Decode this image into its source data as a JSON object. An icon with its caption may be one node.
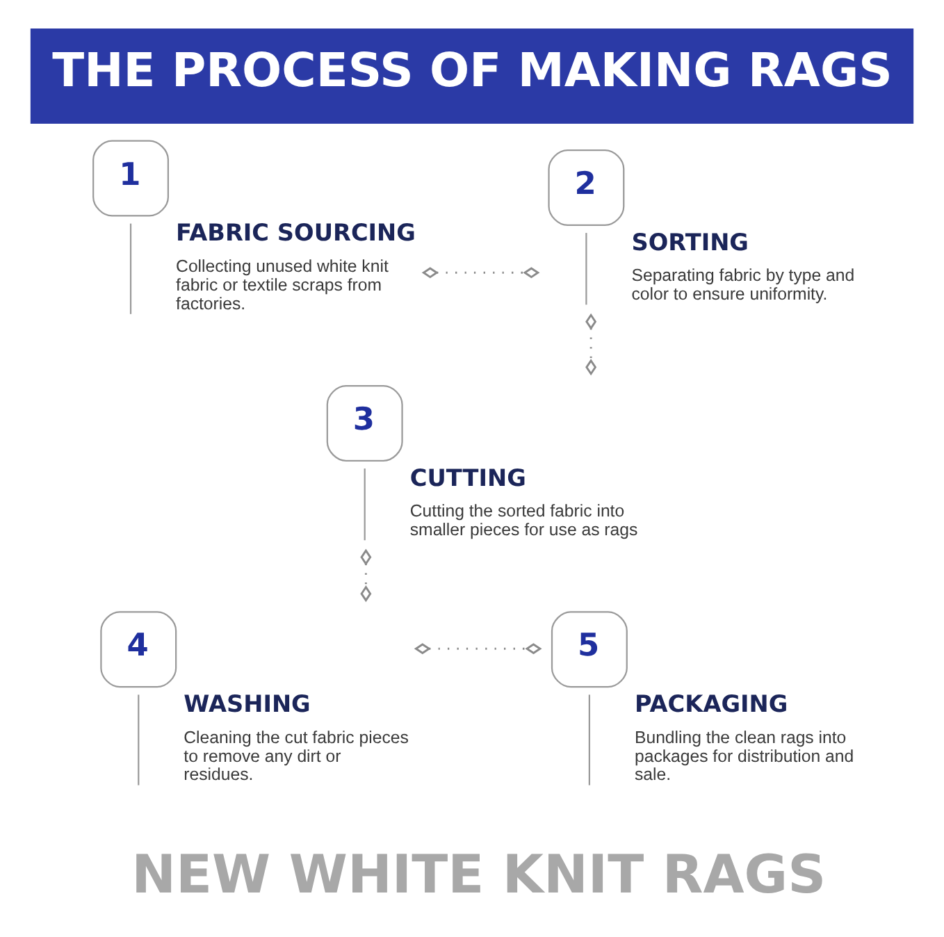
{
  "diagram": {
    "title": "THE PROCESS OF MAKING RAGS",
    "nodes": [
      {
        "text": [
          "1",
          "FABRIC SOURCING",
          "Collecting unused white knit fabric or textile scraps from factories."
        ]
      },
      {
        "text": [
          "2",
          "SORTING",
          "Separating fabric by type and color to ensure uniformity."
        ]
      },
      {
        "text": [
          "3",
          "CUTTING",
          "Cutting the sorted fabric into smaller pieces for use as rags"
        ]
      },
      {
        "text": [
          "4",
          "WASHING",
          "Cleaning the cut fabric pieces to remove any dirt or residues."
        ]
      },
      {
        "text": [
          "5",
          "PACKAGING",
          "Bundling the clean rags into packages for distribution and sale."
        ]
      }
    ],
    "edges": [
      {
        "from": 0,
        "to": 1,
        "arrow": "other"
      },
      {
        "from": 1,
        "to": 2,
        "arrow": "other"
      },
      {
        "from": 2,
        "to": 3,
        "arrow": "other"
      },
      {
        "from": 3,
        "to": 4,
        "arrow": "other"
      }
    ],
    "labels": [
      "NEW WHITE KNIT RAGS"
    ]
  }
}
